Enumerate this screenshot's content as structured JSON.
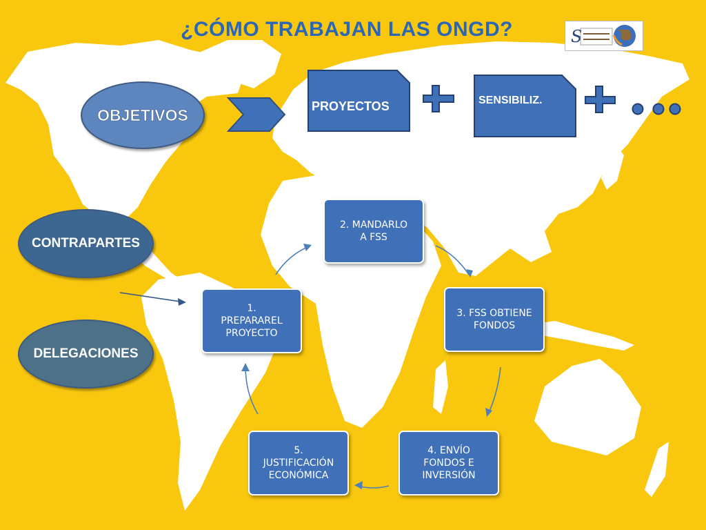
{
  "title": "¿CÓMO TRABAJAN LAS ONGD?",
  "objetivos": "OBJETIVOS",
  "contrapartes": "CONTRAPARTES",
  "delegaciones": "DELEGACIONES",
  "proyectos": "PROYECTOS",
  "sensibiliz": "SENSIBILIZ.",
  "cycle": {
    "step1": "1.\nPREPARAREL\nPROYECTO",
    "step2": "2. MANDARLO\nA FSS",
    "step3": "3. FSS OBTIENE\nFONDOS",
    "step4": "4. ENVÍO\nFONDOS E\nINVERSIÓN",
    "step5": "5.\nJUSTIFICACIÓN\nECONÓMICA"
  },
  "colors": {
    "background": "#f8c70e",
    "title": "#2b67b5",
    "box": "#3f70b8",
    "oval_objetivos": "#5d86bf",
    "oval_contrapartes": "#3d6790",
    "oval_delegaciones": "#4d7188"
  }
}
